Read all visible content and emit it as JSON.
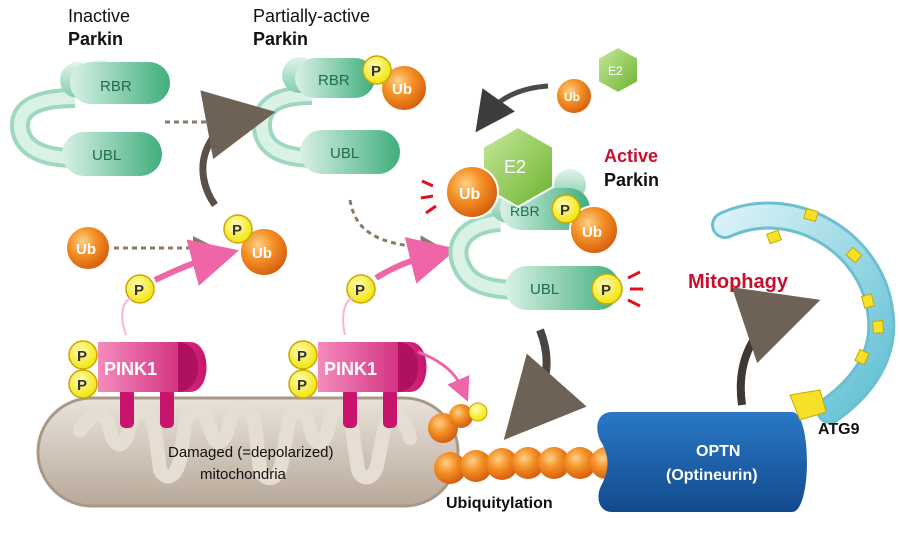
{
  "labels": {
    "inactive_line1": "Inactive",
    "inactive_line2": "Parkin",
    "partial_line1": "Partially-active",
    "partial_line2": "Parkin",
    "active_line1": "Active",
    "active_line2": "Parkin",
    "mitophagy": "Mitophagy",
    "atg9": "ATG9",
    "ubiquitylation": "Ubiquitylation",
    "mito_line1": "Damaged (=depolarized)",
    "mito_line2": "mitochondria",
    "optn_line1": "OPTN",
    "optn_line2": "(Optineurin)"
  },
  "domains": {
    "rbr": "RBR",
    "rbr_partial": "RBR",
    "ubl": "UBL",
    "ub": "Ub",
    "p": "P",
    "e2": "E2",
    "pink1": "PINK1"
  },
  "colors": {
    "parkin_green": "#5cbf95",
    "ub_orange": "#e8741c",
    "phospho_yellow": "#f2ea1a",
    "pink1_magenta": "#d6207a",
    "e2_green": "#8cc63f",
    "optn_blue": "#1b5ea8",
    "mito_beige": "#c9bcae",
    "autophagosome_cyan": "#8fd3e0",
    "accent_red": "#c8102e"
  }
}
